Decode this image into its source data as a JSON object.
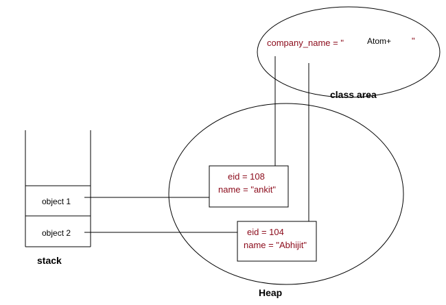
{
  "class_area": {
    "label": "class area",
    "field_prefix": "company_name = \"",
    "field_value": "Atom+",
    "field_suffix": "\""
  },
  "heap": {
    "label": "Heap",
    "objects": [
      {
        "line1": "eid = 108",
        "line2": "name = \"ankit\""
      },
      {
        "line1": "eid = 104",
        "line2": "name = \"Abhijit\""
      }
    ]
  },
  "stack": {
    "label": "stack",
    "cells": [
      {
        "label": "object 1"
      },
      {
        "label": "object 2"
      }
    ]
  },
  "colors": {
    "line": "#000000",
    "field_text": "#8b0a1a",
    "label_text": "#000000"
  }
}
